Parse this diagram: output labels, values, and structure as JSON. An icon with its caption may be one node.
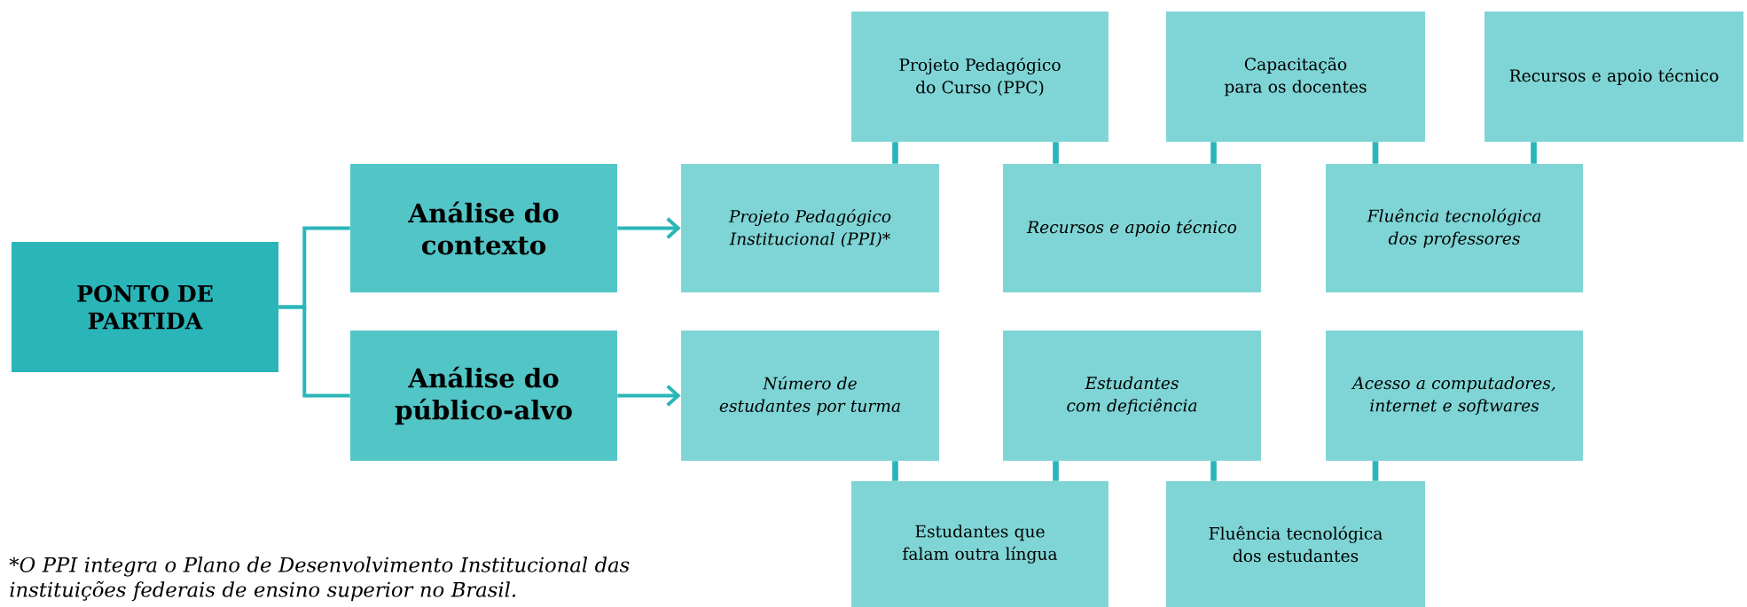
{
  "diagram": {
    "nodes": [
      {
        "text": [
          "PONTO DE PARTIDA"
        ]
      },
      {
        "text": [
          "Análise do contexto"
        ]
      },
      {
        "text": [
          "Análise do público-alvo"
        ]
      },
      {
        "text": [
          "Projeto Pedagógico do Curso (PPC)"
        ]
      },
      {
        "text": [
          "Capacitação para os docentes"
        ]
      },
      {
        "text": [
          "Recursos e apoio técnico"
        ]
      },
      {
        "text": [
          "Projeto Pedagógico Institucional (PPI)*"
        ]
      },
      {
        "text": [
          "Recursos e apoio técnico"
        ]
      },
      {
        "text": [
          "Fluência tecnológica dos professores"
        ]
      },
      {
        "text": [
          "Número de estudantes por turma"
        ]
      },
      {
        "text": [
          "Estudantes com deficiência"
        ]
      },
      {
        "text": [
          "Acesso a computadores, internet e softwares"
        ]
      },
      {
        "text": [
          "Estudantes que falam outra língua"
        ]
      },
      {
        "text": [
          "Fluência tecnológica dos estudantes"
        ]
      }
    ],
    "edges": [
      {
        "from": 0,
        "to": 1,
        "arrow": "none"
      },
      {
        "from": 0,
        "to": 2,
        "arrow": "none"
      },
      {
        "from": 1,
        "to": 6,
        "arrow": "to"
      },
      {
        "from": 2,
        "to": 9,
        "arrow": "to"
      },
      {
        "from": 3,
        "to": 6,
        "arrow": "none"
      },
      {
        "from": 3,
        "to": 7,
        "arrow": "none"
      },
      {
        "from": 4,
        "to": 7,
        "arrow": "none"
      },
      {
        "from": 4,
        "to": 8,
        "arrow": "none"
      },
      {
        "from": 5,
        "to": 8,
        "arrow": "none"
      },
      {
        "from": 9,
        "to": 12,
        "arrow": "none"
      },
      {
        "from": 10,
        "to": 12,
        "arrow": "none"
      },
      {
        "from": 10,
        "to": 13,
        "arrow": "none"
      },
      {
        "from": 11,
        "to": 13,
        "arrow": "none"
      }
    ],
    "labels": [
      "*O PPI integra o Plano de Desenvolvimento Institucional das instituições federais de ensino superior no Brasil."
    ]
  }
}
